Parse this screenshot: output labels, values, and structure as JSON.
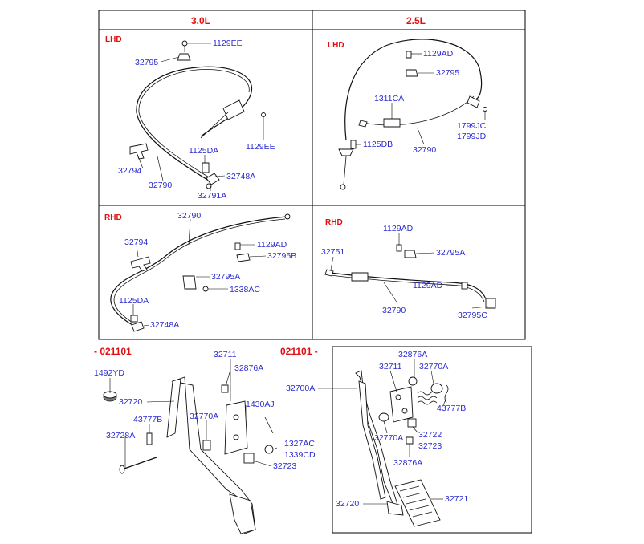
{
  "headers": {
    "engine_30": "3.0L",
    "engine_25": "2.5L",
    "range_early": "- 021101",
    "range_late": "021101 -"
  },
  "sides": {
    "lhd": "LHD",
    "rhd": "RHD"
  },
  "labels": {
    "q1": [
      "1129EE",
      "32795",
      "1129EE",
      "1125DA",
      "32794",
      "32748A",
      "32790",
      "32791A"
    ],
    "q2": [
      "1129AD",
      "32795",
      "1311CA",
      "1125DB",
      "1799JC",
      "1799JD",
      "32790"
    ],
    "q3": [
      "32790",
      "32794",
      "1129AD",
      "32795B",
      "32795A",
      "1338AC",
      "1125DA",
      "32748A"
    ],
    "q4": [
      "1129AD",
      "32751",
      "32795A",
      "1129AD",
      "32790",
      "32795C"
    ],
    "bl": [
      "32711",
      "32876A",
      "1492YD",
      "32720",
      "1430AJ",
      "43777B",
      "32770A",
      "32728A",
      "1327AC",
      "1339CD",
      "32723"
    ],
    "br": [
      "32700A",
      "32876A",
      "32711",
      "32770A",
      "43777B",
      "32770A",
      "32722",
      "32723",
      "32876A",
      "32720",
      "32721"
    ]
  },
  "colors": {
    "header_text": "#e01010",
    "label_text": "#2b2bd0",
    "lines": "#000000"
  }
}
